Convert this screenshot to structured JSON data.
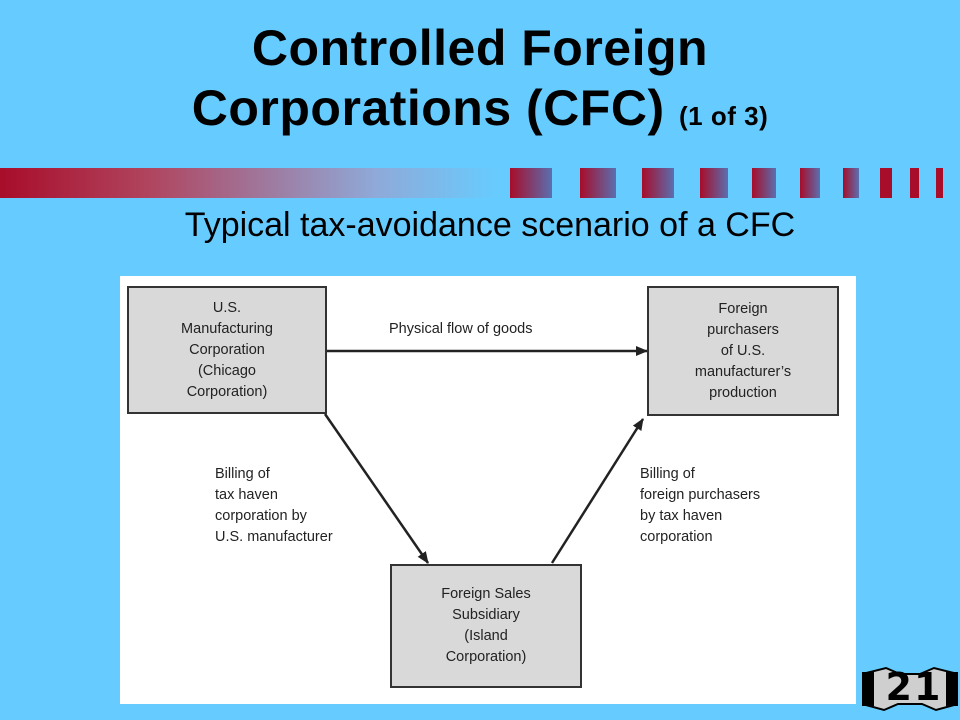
{
  "title": {
    "line1": "Controlled Foreign",
    "line2": "Corporations (CFC)",
    "suffix": "(1 of 3)"
  },
  "subtitle": "Typical tax-avoidance scenario of a CFC",
  "diagram": {
    "boxes": {
      "us_manufacturer": "U.S.\nManufacturing\nCorporation\n(Chicago\nCorporation)",
      "foreign_purchasers": "Foreign\npurchasers\nof U.S.\nmanufacturer’s\nproduction",
      "foreign_sales_subsidiary": "Foreign Sales\nSubsidiary\n(Island\nCorporation)"
    },
    "labels": {
      "physical_flow": "Physical flow of goods",
      "billing_by_us": "Billing of\ntax haven\ncorporation by\nU.S. manufacturer",
      "billing_by_haven": "Billing of\nforeign purchasers\nby tax haven\ncorporation"
    }
  },
  "slide_number": "21",
  "colors": {
    "background": "#66ccff",
    "accent": "#a80d2a",
    "box_fill": "#d9d9d9"
  }
}
